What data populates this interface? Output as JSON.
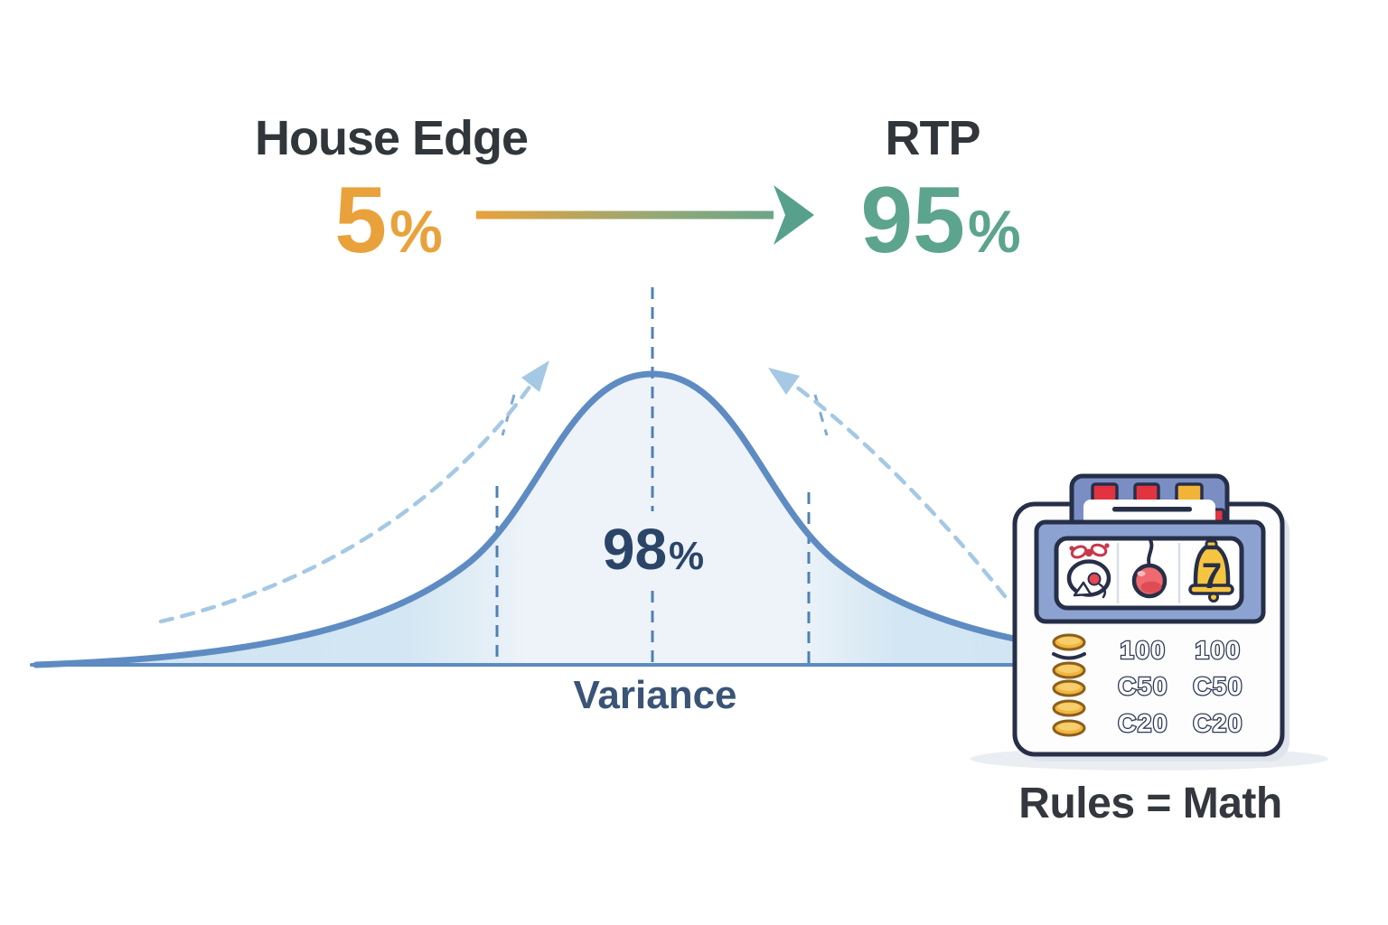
{
  "title_flow": {
    "house_edge": {
      "label": "House Edge",
      "value": "5",
      "unit": "%"
    },
    "rtp": {
      "label": "RTP",
      "value": "95",
      "unit": "%"
    },
    "arrow_icon": "gradient-right-arrow"
  },
  "bell_curve": {
    "coverage": {
      "value": "98",
      "unit": "%"
    },
    "x_axis_label": "Variance"
  },
  "slot_machine": {
    "topper_lights": [
      "red",
      "red",
      "yellow"
    ],
    "reel_symbols": [
      "blossom-charm-icon",
      "cherry-icon",
      "bell-seven-icon"
    ],
    "reel_bell_glyph": "7",
    "paytable": {
      "coin_stack_icon": "coin-stack-icon",
      "rows": [
        {
          "left": "100",
          "right": "100"
        },
        {
          "left": "C50",
          "right": "C50"
        },
        {
          "left": "C20",
          "right": "C20"
        }
      ]
    }
  },
  "caption": {
    "text": "Rules = Math"
  },
  "colors": {
    "house_edge_accent": "#E9A23B",
    "rtp_accent": "#5CA48D",
    "heading_text": "#31363B",
    "coverage_text": "#2B4568",
    "axis_text": "#3A5477",
    "curve_stroke": "#5E8BC2",
    "curve_fill_edge": "#CEE3F2",
    "curve_fill_center": "#EDF3F9",
    "dashed_line": "#4E80B5",
    "dashed_arrow": "#A5C8E4",
    "machine_outline": "#272F48",
    "machine_panel": "#8CA3D2",
    "machine_topper": "#7A8EC4",
    "light_red": "#E23440",
    "light_yellow": "#F2B437",
    "coin_gold": "#F2B53C",
    "caption_text": "#34383E"
  }
}
